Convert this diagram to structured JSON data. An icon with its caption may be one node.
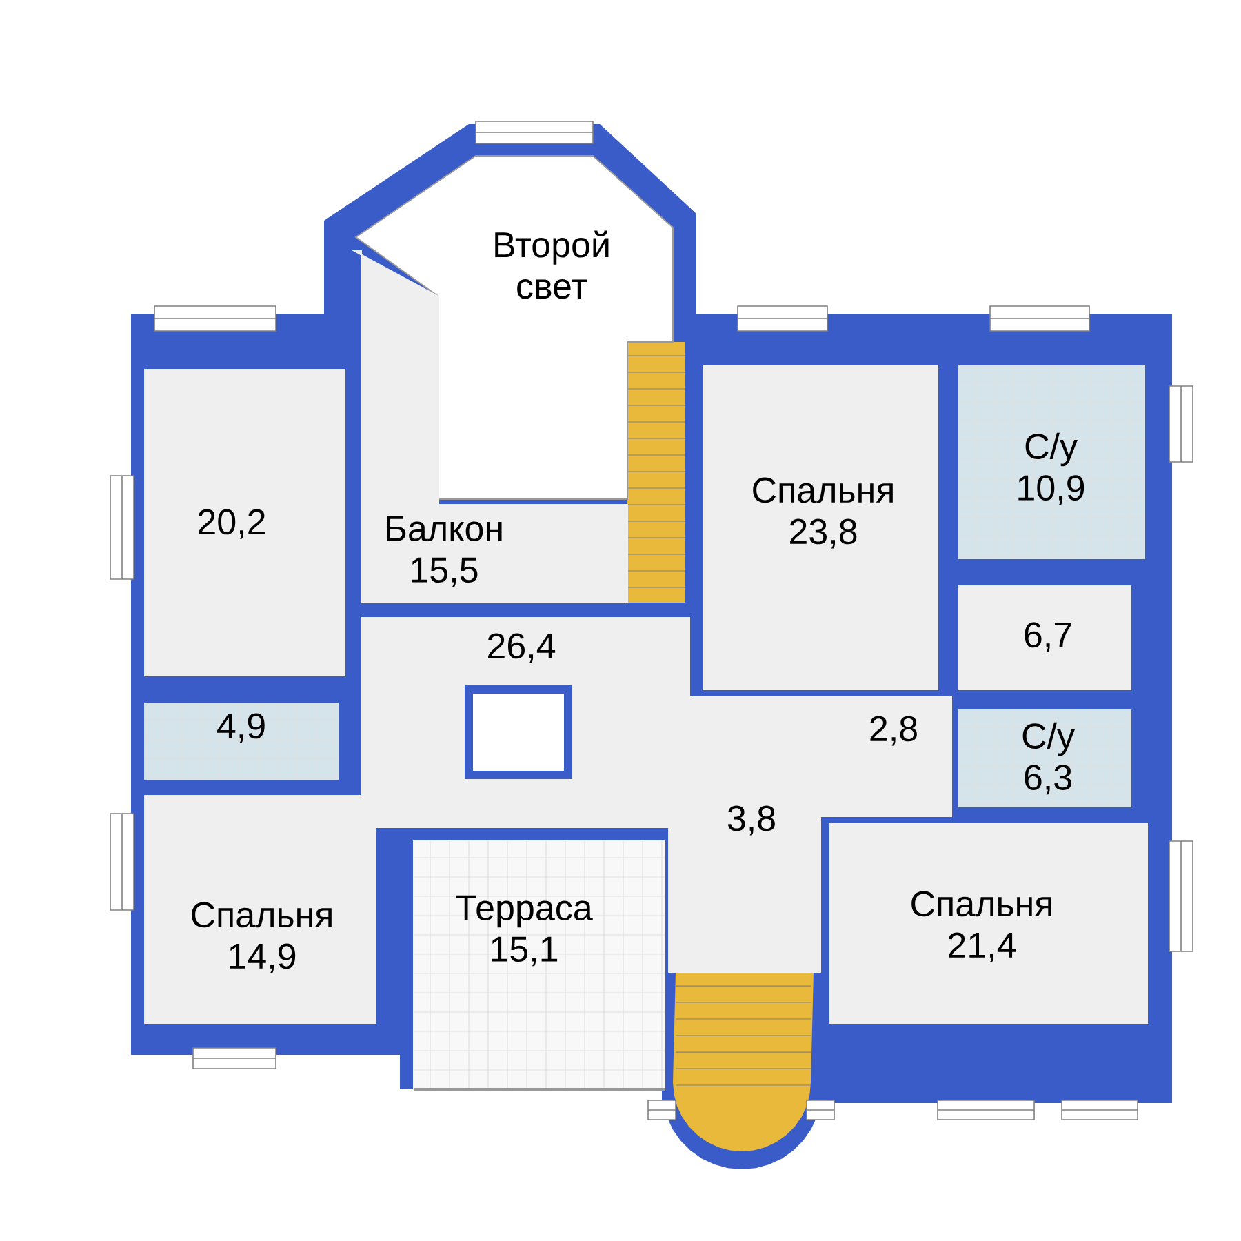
{
  "diagram": {
    "nodes": [
      {
        "text": [
          "Второй свет"
        ]
      },
      {
        "text": [
          "20,2"
        ]
      },
      {
        "text": [
          "Балкон",
          "15,5"
        ]
      },
      {
        "text": [
          "С/у",
          "10,9"
        ]
      },
      {
        "text": [
          "Спальня",
          "23,8"
        ]
      },
      {
        "text": [
          "26,4"
        ]
      },
      {
        "text": [
          "6,7"
        ]
      },
      {
        "text": [
          "4,9"
        ]
      },
      {
        "text": [
          "2,8"
        ],
        "in": 5
      },
      {
        "text": [
          "С/у",
          "6,3"
        ]
      },
      {
        "text": [
          "3,8"
        ],
        "in": 5
      },
      {
        "text": [
          "Спальня",
          "14,9"
        ]
      },
      {
        "text": [
          "Терраса",
          "15,1"
        ]
      },
      {
        "text": [
          "Спальня",
          "21,4"
        ]
      },
      {
        "text": [],
        "shape": "box",
        "in": 5
      }
    ]
  }
}
